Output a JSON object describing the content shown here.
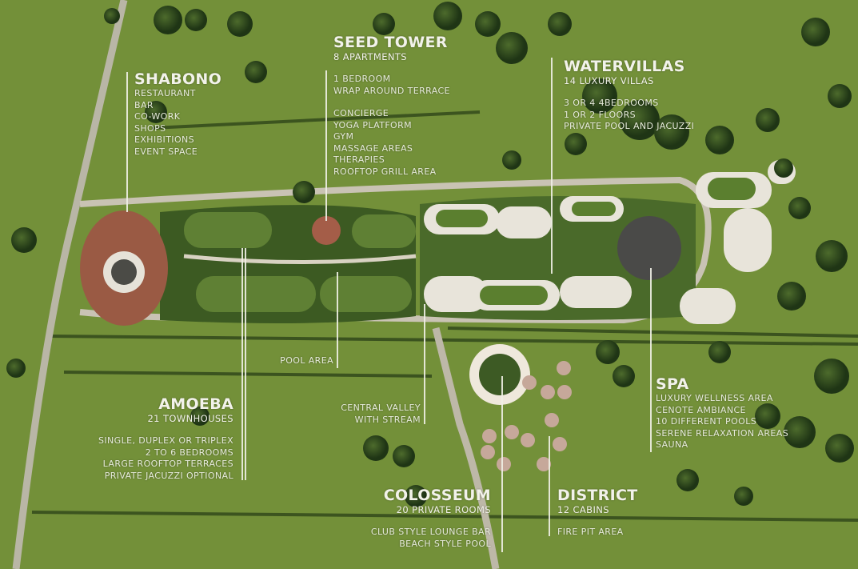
{
  "areas": {
    "shabono": {
      "title": "SHABONO",
      "items": [
        "RESTAURANT",
        "BAR",
        "CO-WORK",
        "SHOPS",
        "EXHIBITIONS",
        "EVENT SPACE"
      ]
    },
    "seed_tower": {
      "title": "SEED TOWER",
      "subtitle": "8 APARTMENTS",
      "items": [
        "1 BEDROOM",
        "WRAP AROUND TERRACE"
      ],
      "items2": [
        "CONCIERGE",
        "YOGA PLATFORM",
        "GYM",
        "MASSAGE AREAS",
        "THERAPIES",
        "ROOFTOP GRILL AREA"
      ]
    },
    "watervillas": {
      "title": "WATERVILLAS",
      "subtitle": "14 LUXURY VILLAS",
      "items": [
        "3 OR 4 4BEDROOMS",
        "1 OR 2 FLOORS",
        "PRIVATE POOL AND JACUZZI"
      ]
    },
    "amoeba": {
      "title": "AMOEBA",
      "subtitle": "21 TOWNHOUSES",
      "items": [
        "SINGLE, DUPLEX OR TRIPLEX",
        "2 TO 6 BEDROOMS",
        "LARGE ROOFTOP TERRACES",
        "PRIVATE JACUZZI OPTIONAL"
      ]
    },
    "pool_area": {
      "label": "POOL AREA"
    },
    "central_valley": {
      "lines": [
        "CENTRAL VALLEY",
        "WITH STREAM"
      ]
    },
    "colosseum": {
      "title": "COLOSSEUM",
      "subtitle": "20 PRIVATE ROOMS",
      "items": [
        "CLUB STYLE LOUNGE BAR",
        "BEACH STYLE POOL"
      ]
    },
    "district": {
      "title": "DISTRICT",
      "subtitle": "12 CABINS",
      "items": [
        "FIRE PIT AREA"
      ]
    },
    "spa": {
      "title": "SPA",
      "items": [
        "LUXURY WELLNESS AREA",
        "CENOTE AMBIANCE",
        "10 DIFFERENT POOLS",
        "SERENE RELAXATION AREAS",
        "SAUNA"
      ]
    }
  },
  "colors": {
    "grass": "#6e8a36",
    "trees": "#2f4a1e",
    "path": "#c9c3b4",
    "villa": "#e8e4da",
    "shabono_roof": "#9a5a44"
  }
}
